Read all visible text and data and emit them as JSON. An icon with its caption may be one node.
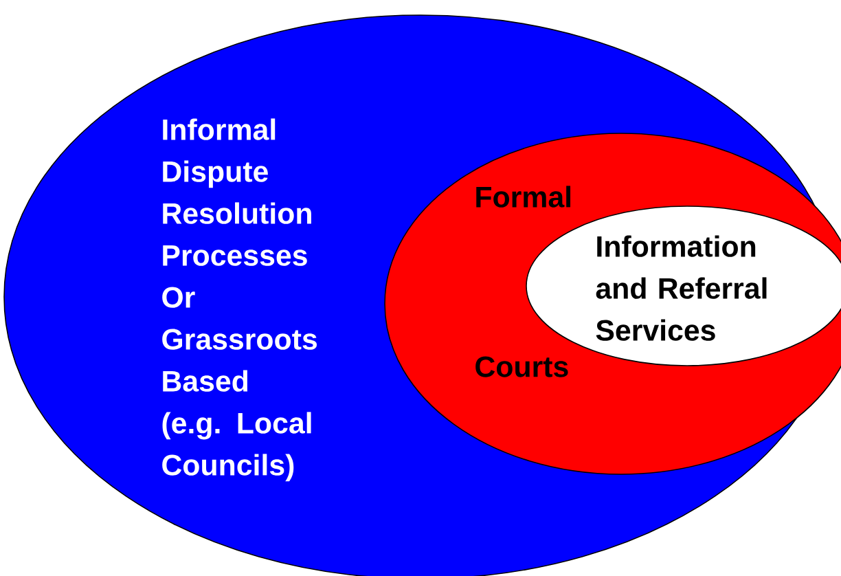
{
  "diagram": {
    "nodes": [
      {
        "text": [
          "Informal Dispute Resolution Processes Or Grassroots Based (e.g. Local Councils)"
        ]
      },
      {
        "text": [
          "Formal",
          "Courts"
        ],
        "in": 0
      },
      {
        "text": [
          "Information and Referral Services"
        ],
        "in": 1
      }
    ]
  }
}
